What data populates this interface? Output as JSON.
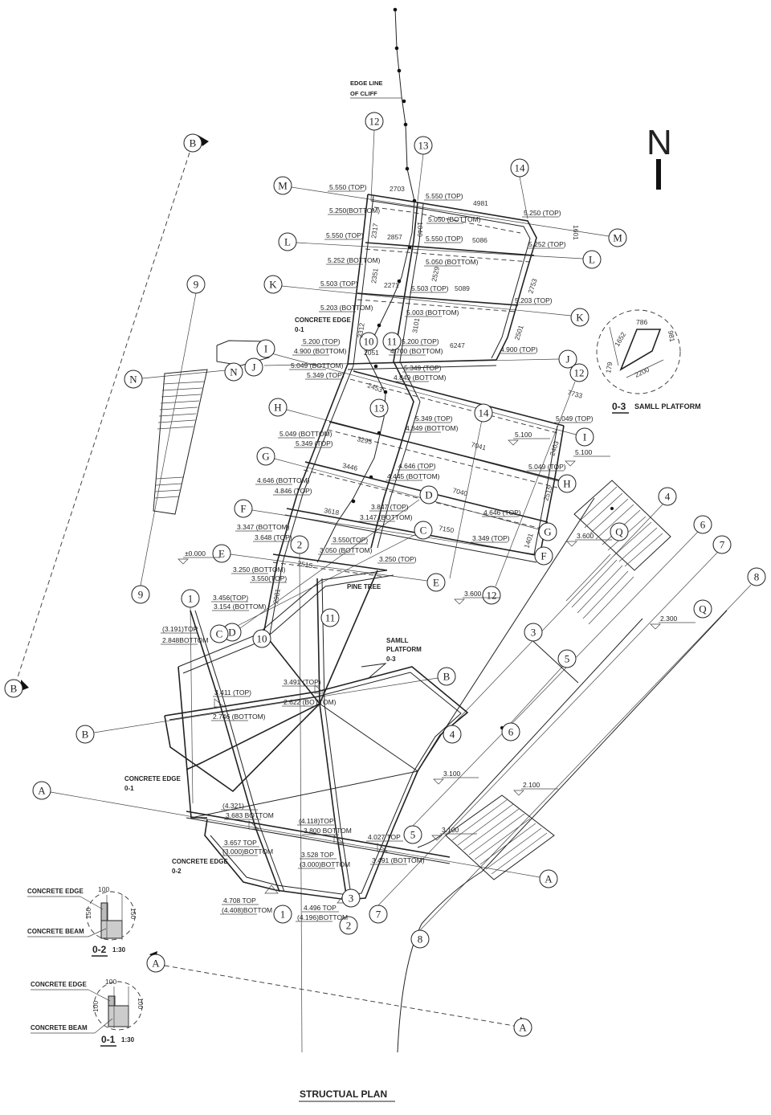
{
  "title": "STRUCTUAL PLAN",
  "north_label": "N",
  "edge_line_note": [
    "EDGE LINE",
    "OF CLIFF"
  ],
  "grid_bubbles": [
    "M",
    "M",
    "L",
    "L",
    "K",
    "K",
    "I",
    "J",
    "J",
    "N",
    "N",
    "I",
    "H",
    "H",
    "G",
    "G",
    "F",
    "F",
    "E",
    "E",
    "D",
    "D",
    "C",
    "C",
    "B",
    "B",
    "B",
    "B",
    "A",
    "A",
    "A",
    "A",
    "12",
    "12",
    "12",
    "13",
    "13",
    "14",
    "14",
    "9",
    "9",
    "10",
    "10",
    "11",
    "11",
    "1",
    "1",
    "2",
    "2",
    "3",
    "3",
    "4",
    "4",
    "5",
    "5",
    "6",
    "6",
    "7",
    "7",
    "8",
    "8",
    "Q",
    "Q"
  ],
  "elevations": [
    "5.550 (TOP)",
    "5.250(BOTTOM)",
    "5.550 (TOP)",
    "5.050 (BOTTOM)",
    "5.250 (TOP)",
    "5.550 (TOP)",
    "5.252 (BOTTOM)",
    "5.550 (TOP)",
    "5.050 (BOTTOM)",
    "5.252 (TOP)",
    "5.503 (TOP)",
    "5.203 (BOTTOM)",
    "5.503 (TOP)",
    "5.003 (BOTTOM)",
    "5.203 (TOP)",
    "5.200 (TOP)",
    "4.900 (BOTTOM)",
    "5.200 (TOP)",
    "4.700 (BOTTOM)",
    "4.900 (TOP)",
    "5.349 (TOP)",
    "4.849 (BOTTOM)",
    "5.049 (BOTTOM)",
    "5.349 (TOP)",
    "5.349 (TOP)",
    "4.849 (BOTTOM)",
    "5.049 (TOP)",
    "5.100",
    "5.049 (BOTTOM)",
    "5.349 (TOP)",
    "5.100",
    "5.049 (TOP)",
    "4.646 (TOP)",
    "4.445 (BOTTOM)",
    "4.646 (BOTTOM)",
    "4.846 (TOP)",
    "3.847 (TOP)",
    "3.147 (BOTTOM)",
    "4.646 (TOP)",
    "3.347 (BOTTOM)",
    "3.648 (TOP)",
    "3.349 (TOP)",
    "3.600",
    "3.550(TOP)",
    "3.050 (BOTTOM)",
    "3.250 (TOP)",
    "±0.000",
    "3.250 (BOTTOM)",
    "3.550(TOP)",
    "3.456(TOP)",
    "3.154 (BOTTOM)",
    "3.600",
    "(3.191)TOP",
    "2.848BOTTOM",
    "2.300",
    "3.491 (TOP)",
    "3.411 (TOP)",
    "2.622 (BOTTOM)",
    "2.746 (BOTTOM)",
    "3.100",
    "2.100",
    "(4.321)",
    "3.683 BOTTOM",
    "(4.118)TOP",
    "3.800 BOTTOM",
    "4.027 TOP",
    "3.100",
    "3.657 TOP",
    "(3.000)BOTTOM",
    "3.528 TOP",
    "(3.000)BOTTOM",
    "3.491 (BOTTOM)",
    "4.708 TOP",
    "(4.408)BOTTOM",
    "4.496 TOP",
    "(4.196)BOTTOM"
  ],
  "dimensions": [
    "2703",
    "4981",
    "2857",
    "5086",
    "2271",
    "5089",
    "2051",
    "6247",
    "2453",
    "7733",
    "3295",
    "7041",
    "3446",
    "7040",
    "3618",
    "7150",
    "2515",
    "2317",
    "2351",
    "3312",
    "1040",
    "2529",
    "3101",
    "1601",
    "2753",
    "2501",
    "2403",
    "2515",
    "1401",
    "2981"
  ],
  "notes": [
    "CONCRETE EDGE",
    "0-1",
    "PINE TREE",
    "SAMLL",
    "PLATFORM",
    "0-3",
    "CONCRETE EDGE",
    "0-1",
    "CONCRETE EDGE",
    "0-2"
  ],
  "details": {
    "d02": {
      "edge": "CONCRETE EDGE",
      "beam": "CONCRETE BEAM",
      "w": "100",
      "h1": "150",
      "h2": "150",
      "id": "0-2",
      "scale": "1:30"
    },
    "d01": {
      "edge": "CONCRETE EDGE",
      "beam": "CONCRETE BEAM",
      "w": "100",
      "h1": "100",
      "h2": "100",
      "id": "0-1",
      "scale": "1:30"
    },
    "d03": {
      "d1": "786",
      "d2": "1652",
      "d3": "981",
      "d4": "179",
      "d5": "2200",
      "id": "0-3",
      "name": "SAMLL PLATFORM"
    }
  }
}
